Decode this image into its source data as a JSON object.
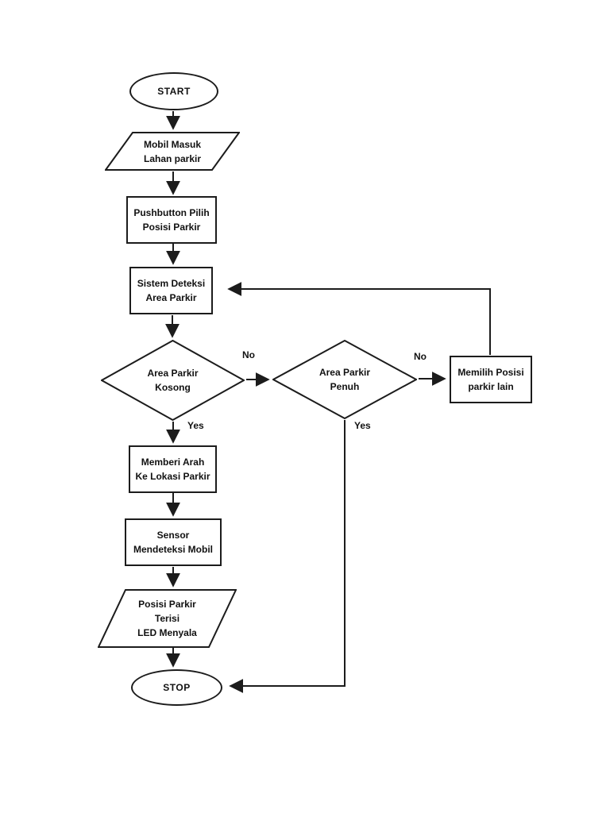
{
  "colors": {
    "background": "#ffffff",
    "line": "#1c1c1c",
    "text": "#111111"
  },
  "flowchart": {
    "description": "Parking guidance system flowchart",
    "nodes": {
      "start": {
        "type": "terminator",
        "label": "START"
      },
      "mobil_masuk": {
        "type": "input-output",
        "label": "Mobil Masuk\nLahan parkir"
      },
      "pushbutton": {
        "type": "process",
        "label": "Pushbutton Pilih\nPosisi Parkir"
      },
      "sistem_deteksi": {
        "type": "process",
        "label": "Sistem Deteksi\nArea Parkir"
      },
      "area_kosong": {
        "type": "decision",
        "label": "Area Parkir\nKosong"
      },
      "area_penuh": {
        "type": "decision",
        "label": "Area Parkir\nPenuh"
      },
      "memilih_posisi": {
        "type": "process",
        "label": "Memilih Posisi\nparkir lain"
      },
      "memberi_arah": {
        "type": "process",
        "label": "Memberi Arah\nKe Lokasi Parkir"
      },
      "sensor": {
        "type": "process",
        "label": "Sensor\nMendeteksi Mobil"
      },
      "posisi_terisi": {
        "type": "input-output",
        "label": "Posisi Parkir\nTerisi\nLED Menyala"
      },
      "stop": {
        "type": "terminator",
        "label": "STOP"
      }
    },
    "edge_labels": {
      "kosong_no": "No",
      "kosong_yes": "Yes",
      "penuh_no": "No",
      "penuh_yes": "Yes"
    },
    "edges": [
      {
        "from": "start",
        "to": "mobil_masuk",
        "label": ""
      },
      {
        "from": "mobil_masuk",
        "to": "pushbutton",
        "label": ""
      },
      {
        "from": "pushbutton",
        "to": "sistem_deteksi",
        "label": ""
      },
      {
        "from": "sistem_deteksi",
        "to": "area_kosong",
        "label": ""
      },
      {
        "from": "area_kosong",
        "to": "area_penuh",
        "label": "No"
      },
      {
        "from": "area_kosong",
        "to": "memberi_arah",
        "label": "Yes"
      },
      {
        "from": "area_penuh",
        "to": "memilih_posisi",
        "label": "No"
      },
      {
        "from": "area_penuh",
        "to": "stop",
        "label": "Yes"
      },
      {
        "from": "memilih_posisi",
        "to": "sistem_deteksi",
        "label": ""
      },
      {
        "from": "memberi_arah",
        "to": "sensor",
        "label": ""
      },
      {
        "from": "sensor",
        "to": "posisi_terisi",
        "label": ""
      },
      {
        "from": "posisi_terisi",
        "to": "stop",
        "label": ""
      }
    ]
  }
}
